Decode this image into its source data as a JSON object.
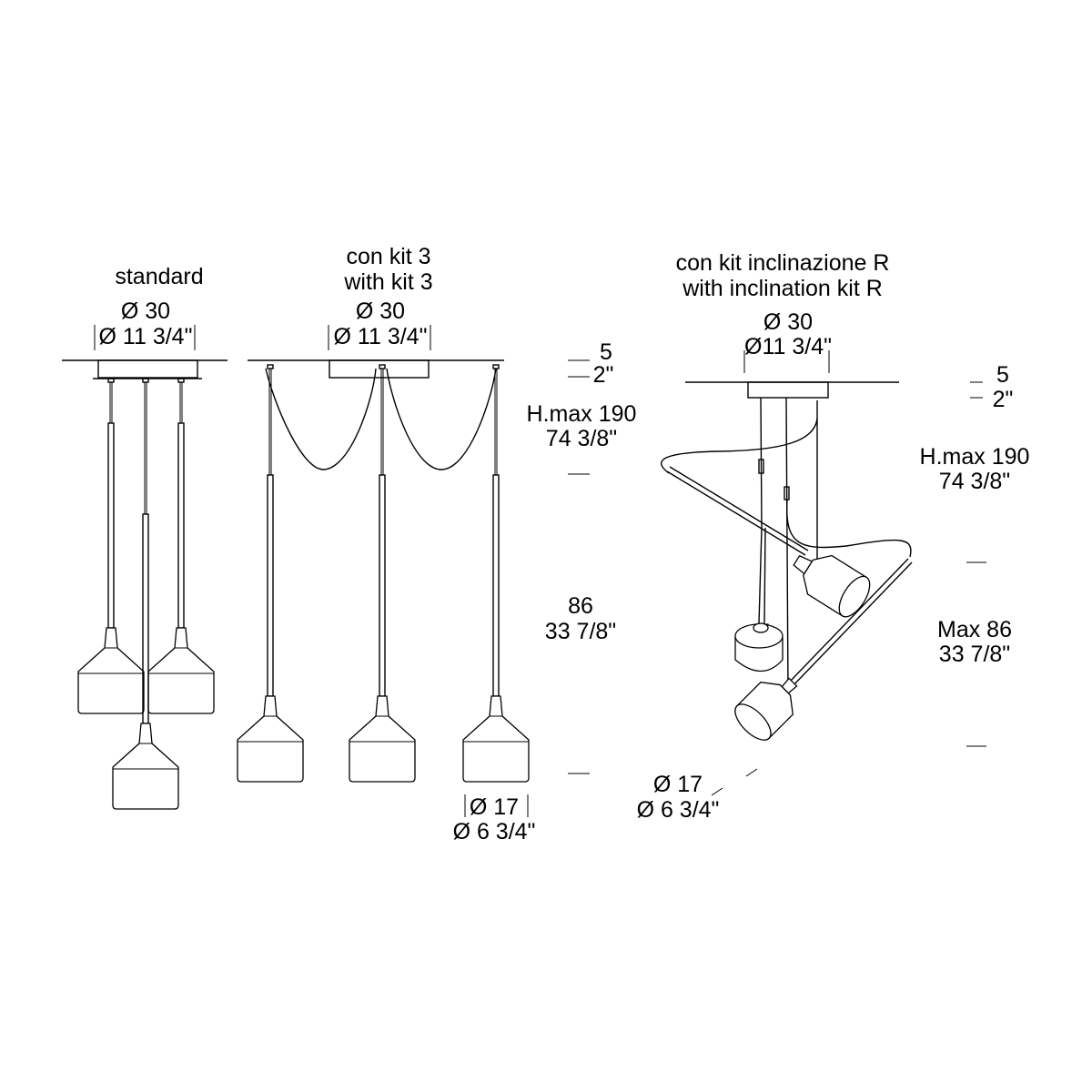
{
  "standard": {
    "title": "standard",
    "dia_cm": "Ø 30",
    "dia_in": "Ø 11 3/4\""
  },
  "kit3": {
    "title_it": "con kit 3",
    "title_en": "with kit 3",
    "dia_cm": "Ø 30",
    "dia_in": "Ø 11 3/4\"",
    "canopy_h_cm": "5",
    "canopy_h_in": "2\"",
    "hmax_cm": "H.max 190",
    "hmax_in": "74 3/8\"",
    "lamp_h_cm": "86",
    "lamp_h_in": "33 7/8\"",
    "shade_dia_cm": "Ø 17",
    "shade_dia_in": "Ø 6 3/4\""
  },
  "inclination": {
    "title_it": "con kit inclinazione R",
    "title_en": "with inclination kit R",
    "dia_cm": "Ø 30",
    "dia_in": "Ø11 3/4\"",
    "canopy_h_cm": "5",
    "canopy_h_in": "2\"",
    "hmax_cm": "H.max 190",
    "hmax_in": "74 3/8\"",
    "lamp_h_cm": "Max 86",
    "lamp_h_in": "33 7/8\"",
    "shade_dia_cm": "Ø 17",
    "shade_dia_in": "Ø 6 3/4\""
  }
}
